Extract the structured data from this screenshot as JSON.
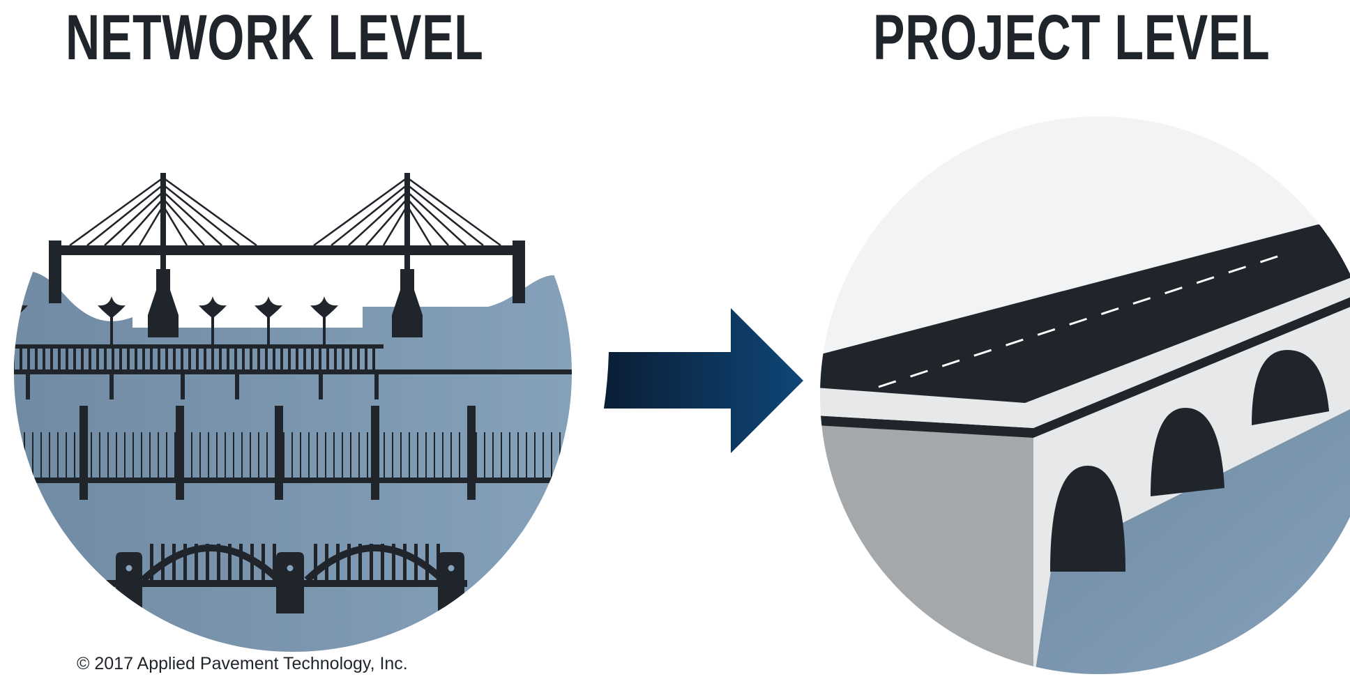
{
  "left_panel": {
    "title": "NETWORK LEVEL"
  },
  "right_panel": {
    "title": "PROJECT LEVEL"
  },
  "footer": {
    "copyright": "© 2017 Applied Pavement Technology, Inc."
  },
  "icons": {
    "left": "multiple-bridges-network-icon",
    "arrow": "right-arrow-icon",
    "right": "single-arch-bridge-icon"
  },
  "colors": {
    "title": "#1f252b",
    "ink": "#1f252b",
    "water": "#86a2ba",
    "water_dark": "#6f8aa2",
    "arrow_dark": "#0a1e36",
    "arrow_blue": "#0f4677",
    "concrete_face": "#a5a8ab",
    "concrete_light": "#e7e8ea",
    "circle_bg": "#f2f3f4"
  }
}
